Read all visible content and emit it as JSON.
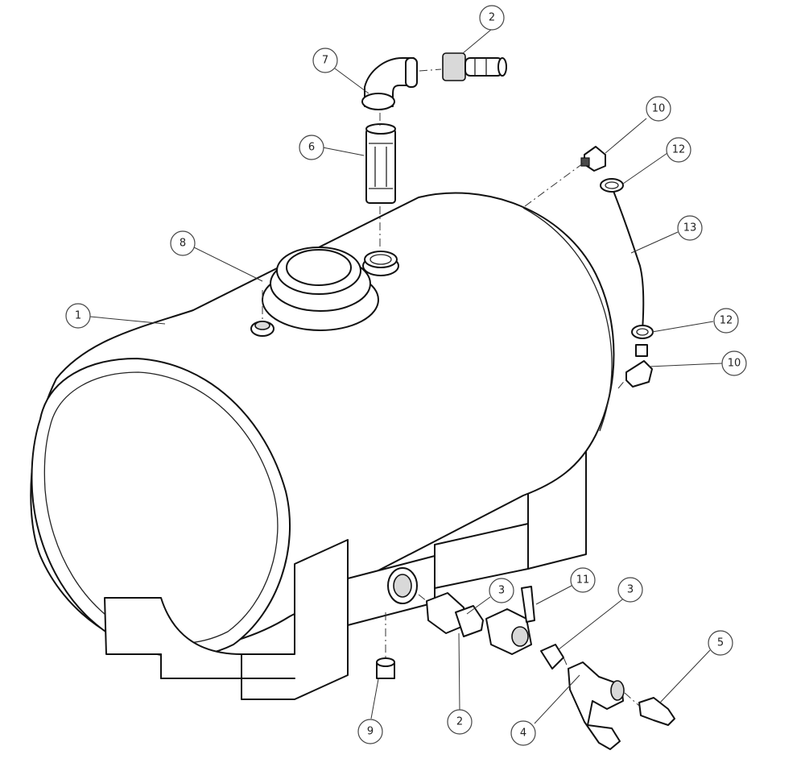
{
  "callouts": [
    {
      "id": "c1",
      "text": "1"
    },
    {
      "id": "c2a",
      "text": "2"
    },
    {
      "id": "c2b",
      "text": "2"
    },
    {
      "id": "c3a",
      "text": "3"
    },
    {
      "id": "c3b",
      "text": "3"
    },
    {
      "id": "c4",
      "text": "4"
    },
    {
      "id": "c5",
      "text": "5"
    },
    {
      "id": "c6",
      "text": "6"
    },
    {
      "id": "c7",
      "text": "7"
    },
    {
      "id": "c8",
      "text": "8"
    },
    {
      "id": "c9",
      "text": "9"
    },
    {
      "id": "c10a",
      "text": "10"
    },
    {
      "id": "c10b",
      "text": "10"
    },
    {
      "id": "c11",
      "text": "11"
    },
    {
      "id": "c12a",
      "text": "12"
    },
    {
      "id": "c12b",
      "text": "12"
    },
    {
      "id": "c13",
      "text": "13"
    }
  ]
}
